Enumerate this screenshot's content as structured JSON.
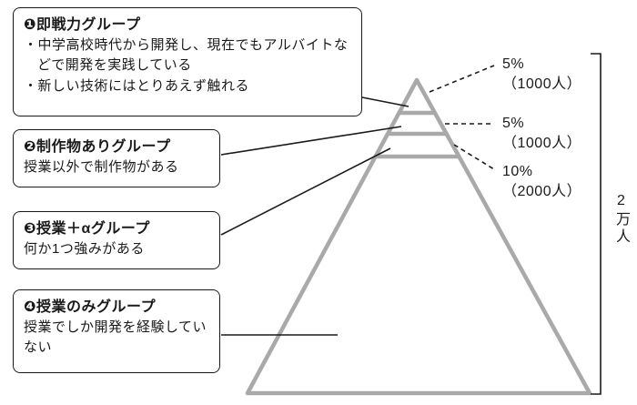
{
  "groups": [
    {
      "title": "❶即戦力グループ",
      "lines": [
        "・中学高校時代から開発し、現在でもアルバイトなどで開発を実践している",
        "・新しい技術にはとりあえず触れる"
      ]
    },
    {
      "title": "❷制作物ありグループ",
      "lines": [
        "授業以外で制作物がある"
      ]
    },
    {
      "title": "❸授業＋αグループ",
      "lines": [
        "何か1つ強みがある"
      ]
    },
    {
      "title": "❹授業のみグループ",
      "lines": [
        "授業でしか開発を経験していない"
      ]
    }
  ],
  "tiers": [
    {
      "percent": "5%",
      "count": "（1000人）"
    },
    {
      "percent": "5%",
      "count": "（1000人）"
    },
    {
      "percent": "10%",
      "count": "（2000人）"
    }
  ],
  "total": "2万人",
  "colors": {
    "pyramid": "#a9a9a9",
    "line": "#1a1a1a",
    "background": "#ffffff"
  }
}
